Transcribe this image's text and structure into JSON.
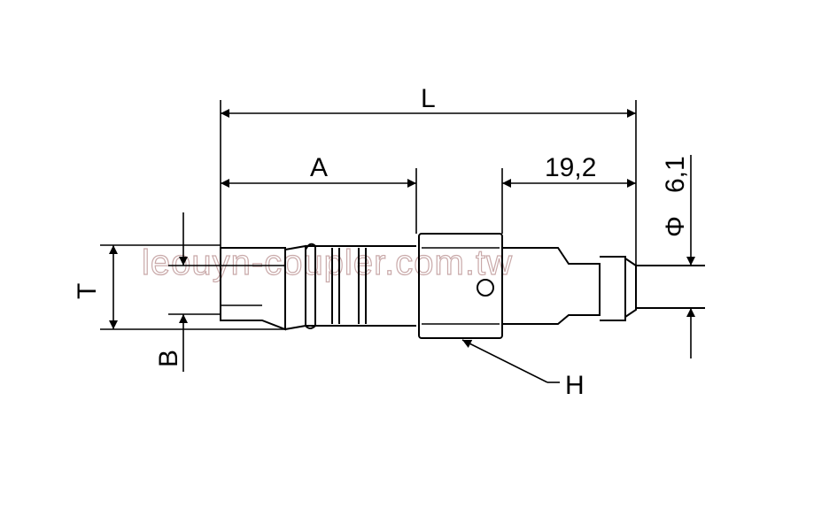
{
  "dimensions": {
    "L": "L",
    "A": "A",
    "length_192": "19,2",
    "T": "T",
    "B": "B",
    "H": "H",
    "diameter_symbol": "Φ",
    "diameter_value": "6,1"
  },
  "watermark": "leouyn-coupler.com.tw",
  "colors": {
    "line": "#000000",
    "watermark": "#c9a9a9",
    "background": "#ffffff"
  }
}
